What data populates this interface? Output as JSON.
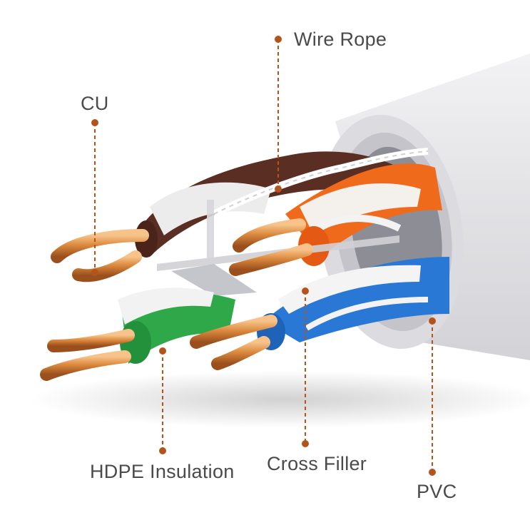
{
  "labels": {
    "wire_rope": "Wire Rope",
    "cu": "CU",
    "hdpe": "HDPE Insulation",
    "cross_filler": "Cross Filler",
    "pvc": "PVC"
  },
  "colors": {
    "callout": "#b4541c",
    "jacket": "#e6e6e8",
    "brown": "#5a2e22",
    "orange": "#f06a1c",
    "green": "#2fa84a",
    "blue": "#2a78d6",
    "copper": "#d9843a"
  }
}
